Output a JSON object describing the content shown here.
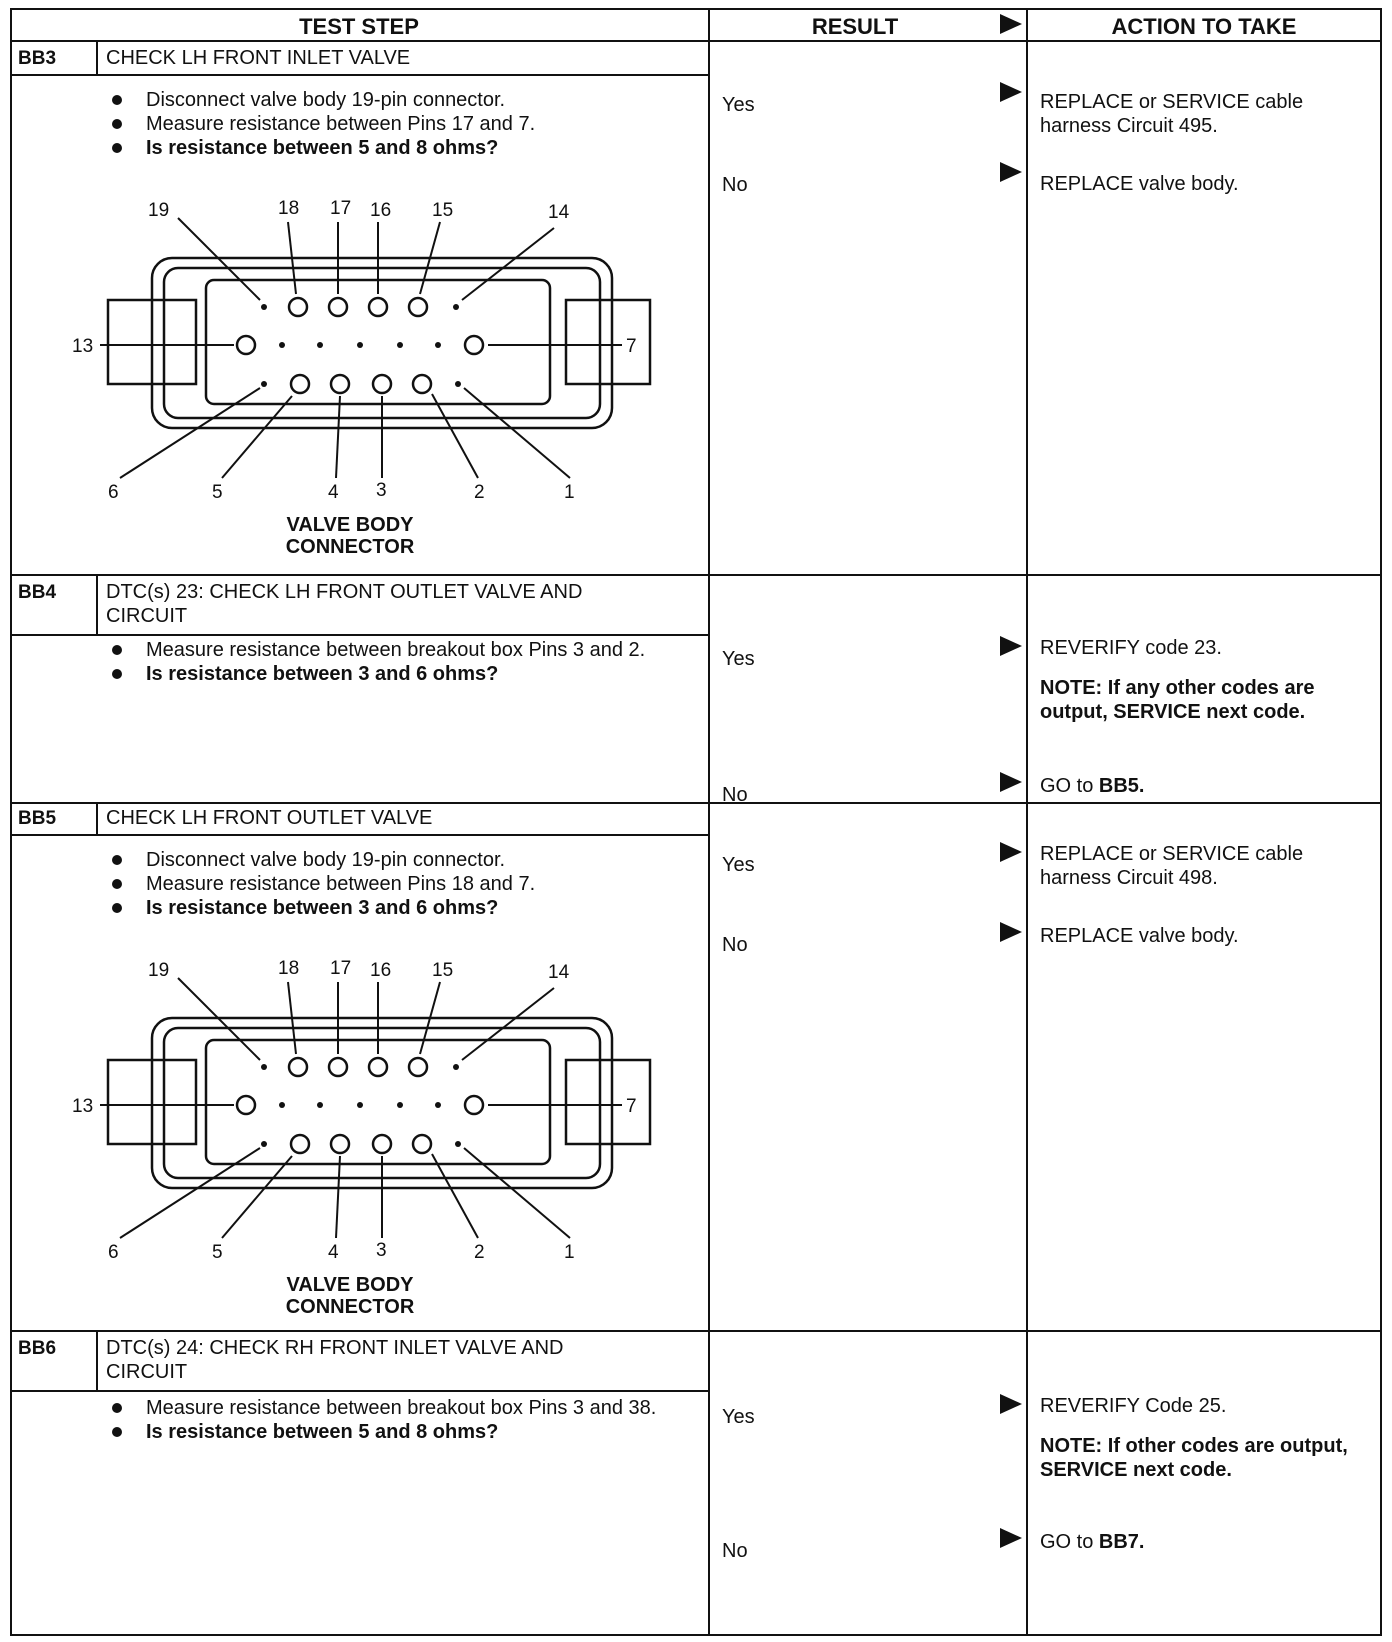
{
  "header": {
    "test_step": "TEST STEP",
    "result": "RESULT",
    "action": "ACTION TO TAKE"
  },
  "steps": [
    {
      "id": "BB3",
      "title": "CHECK LH FRONT INLET VALVE",
      "bullets": [
        "Disconnect valve body 19-pin connector.",
        "Measure resistance between Pins 17 and 7.",
        "Is resistance between 5 and 8 ohms?"
      ],
      "has_diagram": true,
      "results": [
        {
          "label": "Yes",
          "action": "REPLACE or SERVICE cable harness Circuit 495."
        },
        {
          "label": "No",
          "action": "REPLACE valve body."
        }
      ]
    },
    {
      "id": "BB4",
      "title": "DTC(s) 23: CHECK LH FRONT OUTLET VALVE AND CIRCUIT",
      "bullets": [
        "Measure resistance between breakout box Pins 3 and 2.",
        "Is resistance between 3 and 6 ohms?"
      ],
      "results": [
        {
          "label": "Yes",
          "action": "REVERIFY code 23.",
          "note": "NOTE: If any other codes are output, SERVICE next code."
        },
        {
          "label": "No",
          "action_prefix": "GO to ",
          "action_bold": "BB5."
        }
      ]
    },
    {
      "id": "BB5",
      "title": "CHECK LH FRONT OUTLET VALVE",
      "bullets": [
        "Disconnect valve body 19-pin connector.",
        "Measure resistance between Pins 18 and 7.",
        "Is resistance between 3 and 6 ohms?"
      ],
      "has_diagram": true,
      "results": [
        {
          "label": "Yes",
          "action": "REPLACE or SERVICE cable harness Circuit 498."
        },
        {
          "label": "No",
          "action": "REPLACE valve body."
        }
      ]
    },
    {
      "id": "BB6",
      "title": "DTC(s) 24: CHECK RH FRONT INLET VALVE AND CIRCUIT",
      "bullets": [
        "Measure resistance between breakout box Pins 3 and 38.",
        "Is resistance between 5 and 8 ohms?"
      ],
      "results": [
        {
          "label": "Yes",
          "action": "REVERIFY Code 25.",
          "note": "NOTE: If other codes are output, SERVICE next code."
        },
        {
          "label": "No",
          "action_prefix": "GO to ",
          "action_bold": "BB7."
        }
      ]
    }
  ],
  "connector_diagram": {
    "caption_line1": "VALVE BODY",
    "caption_line2": "CONNECTOR",
    "pin_labels": [
      "19",
      "18",
      "17",
      "16",
      "15",
      "14",
      "13",
      "7",
      "6",
      "5",
      "4",
      "3",
      "2",
      "1"
    ]
  }
}
